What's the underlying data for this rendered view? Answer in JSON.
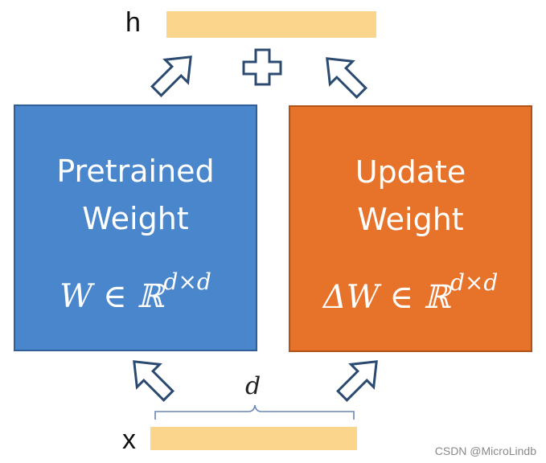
{
  "vectors": {
    "output_label": "h",
    "input_label": "x",
    "dimension_label": "d"
  },
  "pretrained": {
    "title": "Pretrained\nWeight",
    "formula_main": "W ∈ ℝ",
    "formula_sup": "d×d"
  },
  "update": {
    "title": "Update\nWeight",
    "formula_main": "ΔW ∈ ℝ",
    "formula_sup": "d×d"
  },
  "watermark": "CSDN @MicroLindb",
  "colors": {
    "pretrained": "#4a86cc",
    "update": "#e7722a",
    "vector": "#fbd58c",
    "arrow_stroke": "#2b4a70"
  },
  "icons": {
    "plus": "plus-icon",
    "arrow": "outline-arrow-icon"
  }
}
